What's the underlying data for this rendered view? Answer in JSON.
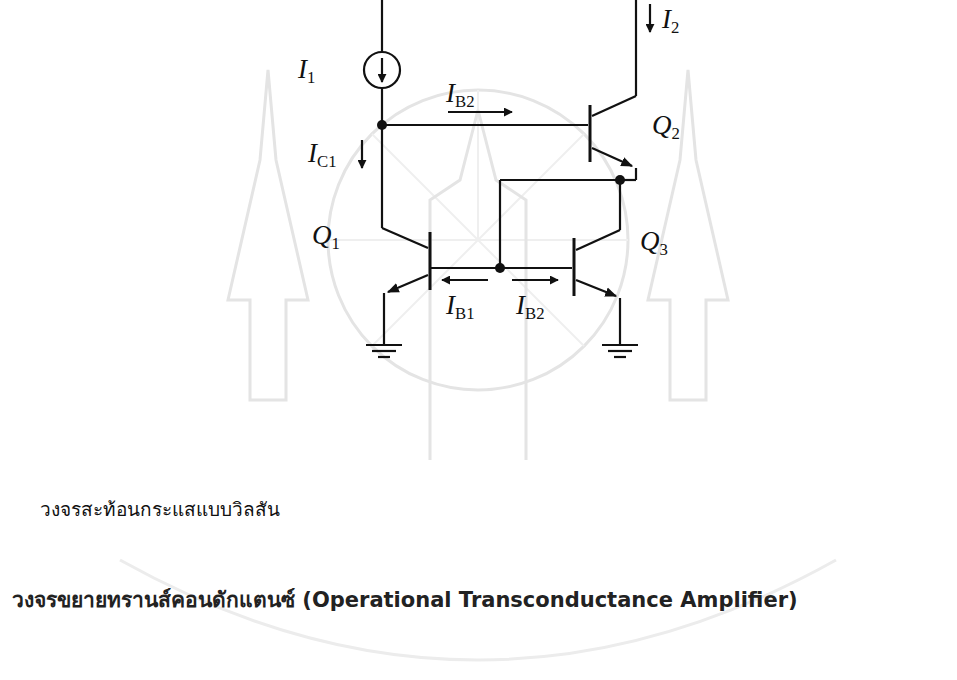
{
  "diagram": {
    "caption": "วงจรสะท้อนกระแสแบบวิลสัน",
    "labels": [
      "I1",
      "IB2",
      "I2",
      "IC1",
      "Q2",
      "Q1",
      "Q3",
      "IB1",
      "IB2",
      "วงจรขยายทรานส์คอนดักแตนซ์ (Operational Transconductance Amplifier)"
    ]
  }
}
